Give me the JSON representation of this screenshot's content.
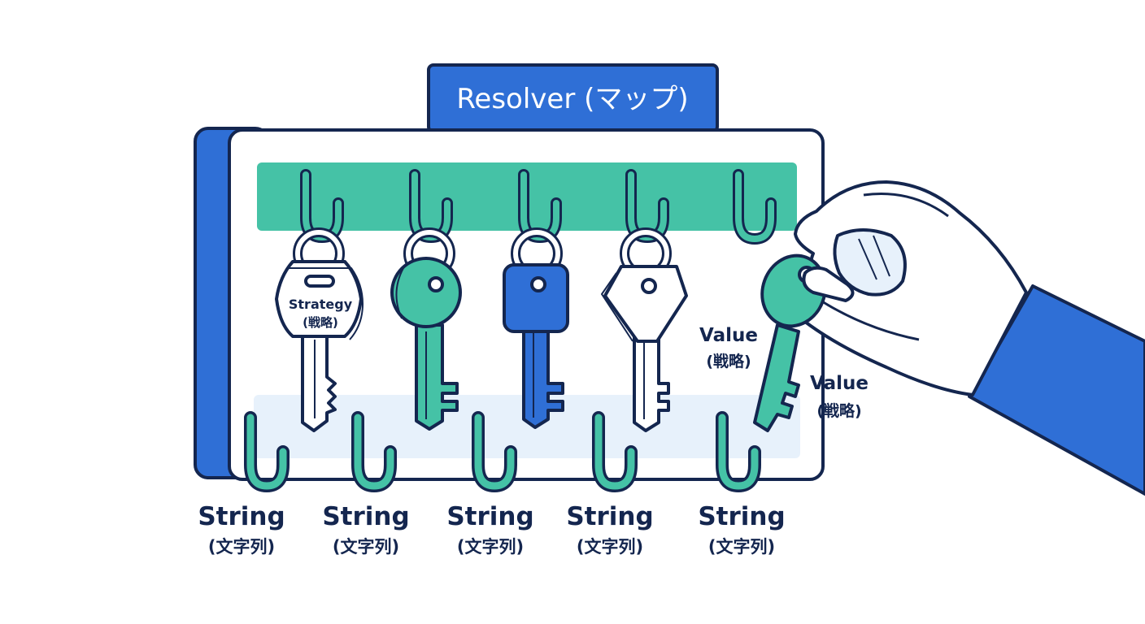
{
  "title": "Resolver (マップ)",
  "hooks": [
    {
      "main": "String",
      "sub": "(文字列)"
    },
    {
      "main": "String",
      "sub": "(文字列)"
    },
    {
      "main": "String",
      "sub": "(文字列)"
    },
    {
      "main": "String",
      "sub": "(文字列)"
    },
    {
      "main": "String",
      "sub": "(文字列)"
    }
  ],
  "key_tag": {
    "main": "Strategy",
    "sub": "(戦略)"
  },
  "value_labels": [
    {
      "main": "Value",
      "sub": "(戦略)"
    },
    {
      "main": "Value",
      "sub": "(戦略)"
    }
  ],
  "colors": {
    "navy": "#14264f",
    "blue": "#2f6fd6",
    "teal": "#45c2a6",
    "pale_blue": "#e7f1fb",
    "key_white": "#ffffff"
  }
}
